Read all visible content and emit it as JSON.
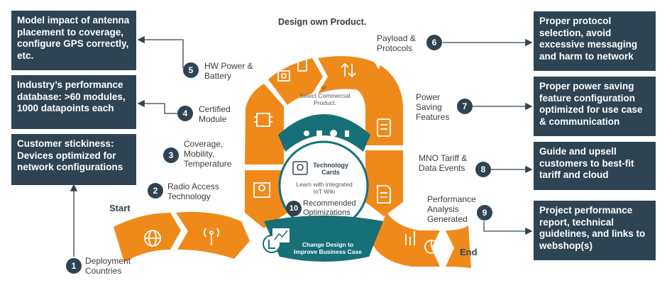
{
  "title": "Design own Product.",
  "center": {
    "or": "or",
    "select_commercial": "Select Commercial Product.",
    "tech_cards": "Technology Cards",
    "learn": "Learn with integrated IoT Wiki",
    "change_design": "Change Design to Improve Business Case"
  },
  "start": "Start",
  "end": "End",
  "steps": [
    {
      "n": "1",
      "label": "Deployment Countries"
    },
    {
      "n": "2",
      "label": "Radio Access Technology"
    },
    {
      "n": "3",
      "label": "Coverage, Mobility, Temperature"
    },
    {
      "n": "4",
      "label": "Certified Module"
    },
    {
      "n": "5",
      "label": "HW Power & Battery"
    },
    {
      "n": "6",
      "label": "Payload & Protocols"
    },
    {
      "n": "7",
      "label": "Power Saving Features"
    },
    {
      "n": "8",
      "label": "MNO Tariff & Data Events"
    },
    {
      "n": "9",
      "label": "Performance Analysis Generated"
    },
    {
      "n": "10",
      "label": "Recommended Optimizations"
    }
  ],
  "left_boxes": [
    "Model impact of antenna placement to coverage, configure GPS correctly, etc.",
    "Industry’s performance database: >60 modules, 1000 datapoints each",
    "Customer stickiness: Devices optimized for network configurations"
  ],
  "right_boxes": [
    "Proper protocol selection, avoid excessive messaging and harm to network",
    "Proper power saving feature configuration optimized for use case & communication",
    "Guide and upsell customers to best-fit tariff and cloud",
    "Project performance report, technical guidelines, and links to webshop(s)"
  ],
  "colors": {
    "orange": "#ef8a1a",
    "teal": "#177078",
    "navy": "#2f4452",
    "text": "#3c3c3c"
  },
  "icons": [
    "globe-icon",
    "antenna-icon",
    "map-icon",
    "chip-icon",
    "circuit-board-icon",
    "battery-icon",
    "transfer-arrows-icon",
    "clipboard-icon",
    "sim-card-icon",
    "bar-chart-icon",
    "pie-chart-icon",
    "lightbulb-icon",
    "pointer-hand-icon",
    "line-chart-icon"
  ]
}
